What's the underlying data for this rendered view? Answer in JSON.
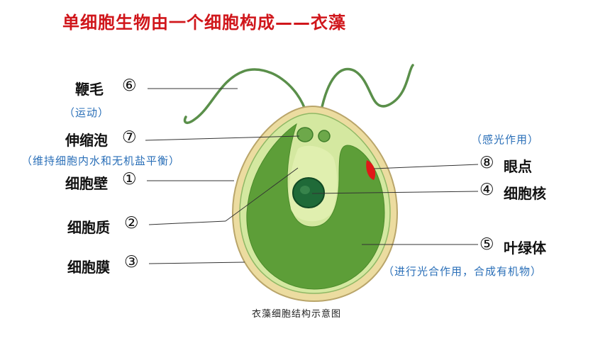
{
  "title": "单细胞生物由一个细胞构成——衣藻",
  "caption": "衣藻细胞结构示意图",
  "colors": {
    "title": "#d0161b",
    "note": "#2a6fb8",
    "cell_wall": "#ecdca0",
    "cytoplasm": "#d4e8a0",
    "chloroplast": "#5d9e38",
    "nucleus": "#1f6a38",
    "eyespot": "#e01818"
  },
  "labels": {
    "flagellum": {
      "name": "鞭毛",
      "num": "⑥",
      "note": "（运动）"
    },
    "vacuole": {
      "name": "伸缩泡",
      "num": "⑦",
      "note": "（维持细胞内水和无机盐平衡）"
    },
    "cell_wall": {
      "name": "细胞壁",
      "num": "①"
    },
    "cytoplasm": {
      "name": "细胞质",
      "num": "②"
    },
    "membrane": {
      "name": "细胞膜",
      "num": "③"
    },
    "eyespot": {
      "name": "眼点",
      "num": "⑧",
      "note": "（感光作用）"
    },
    "nucleus": {
      "name": "细胞核",
      "num": "④"
    },
    "chloroplast": {
      "name": "叶绿体",
      "num": "⑤",
      "note": "（进行光合作用，合成有机物）"
    }
  }
}
